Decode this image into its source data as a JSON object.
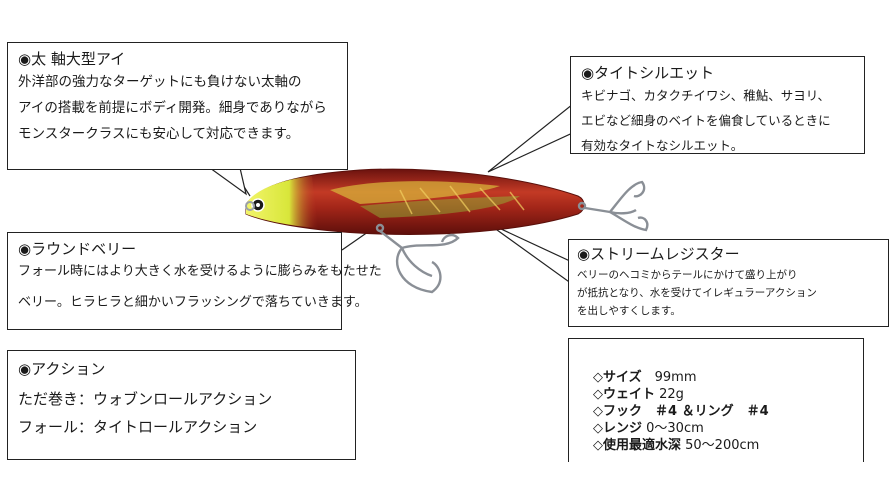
{
  "callouts": {
    "eye": {
      "title": "◉太 軸大型アイ",
      "lines": [
        "外洋部の強力なターゲットにも負けない太軸の",
        "アイの搭載を前提にボディ開発。細身でありながら",
        "モンスタークラスにも安心して対応できます。"
      ]
    },
    "silhouette": {
      "title": "◉タイトシルエット",
      "lines": [
        "キビナゴ、カタクチイワシ、稚鮎、サヨリ、",
        "エビなど細身のベイトを偏食しているときに",
        "有効なタイトなシルエット。"
      ]
    },
    "belly": {
      "title": "◉ラウンドベリー",
      "lines": [
        "フォール時にはより大きく水を受けるように膨らみをもたせた",
        "ベリー。ヒラヒラと細かいフラッシングで落ちていきます。"
      ]
    },
    "register": {
      "title": "◉ストリームレジスター",
      "lines": [
        "ベリーのヘコミからテールにかけて盛り上がり",
        "が抵抗となり、水を受けてイレギュラーアクション",
        "を出しやすくします。"
      ]
    },
    "action": {
      "title": "◉アクション",
      "lines": [
        "ただ巻き：ウォブンロールアクション",
        "フォール：タイトロールアクション"
      ]
    }
  },
  "specs": {
    "size_label": "◇サイズ",
    "size_value": "　99mm",
    "weight_label": "◇ウェイト",
    "weight_value": " 22g",
    "hook_label": "◇フック　＃4 ＆リング　＃4",
    "range_label": "◇レンジ",
    "range_value": " 0〜30cm",
    "depth_label": "◇使用最適水深",
    "depth_value": " 50〜200cm"
  },
  "colors": {
    "body_red": "#b52a22",
    "body_dark": "#7a1410",
    "head_yellow": "#e7ee3a",
    "gold": "#d7b23a",
    "green_flash": "#8fc43a",
    "hook": "#8a8f96"
  },
  "icon": "fishing-lure-image"
}
